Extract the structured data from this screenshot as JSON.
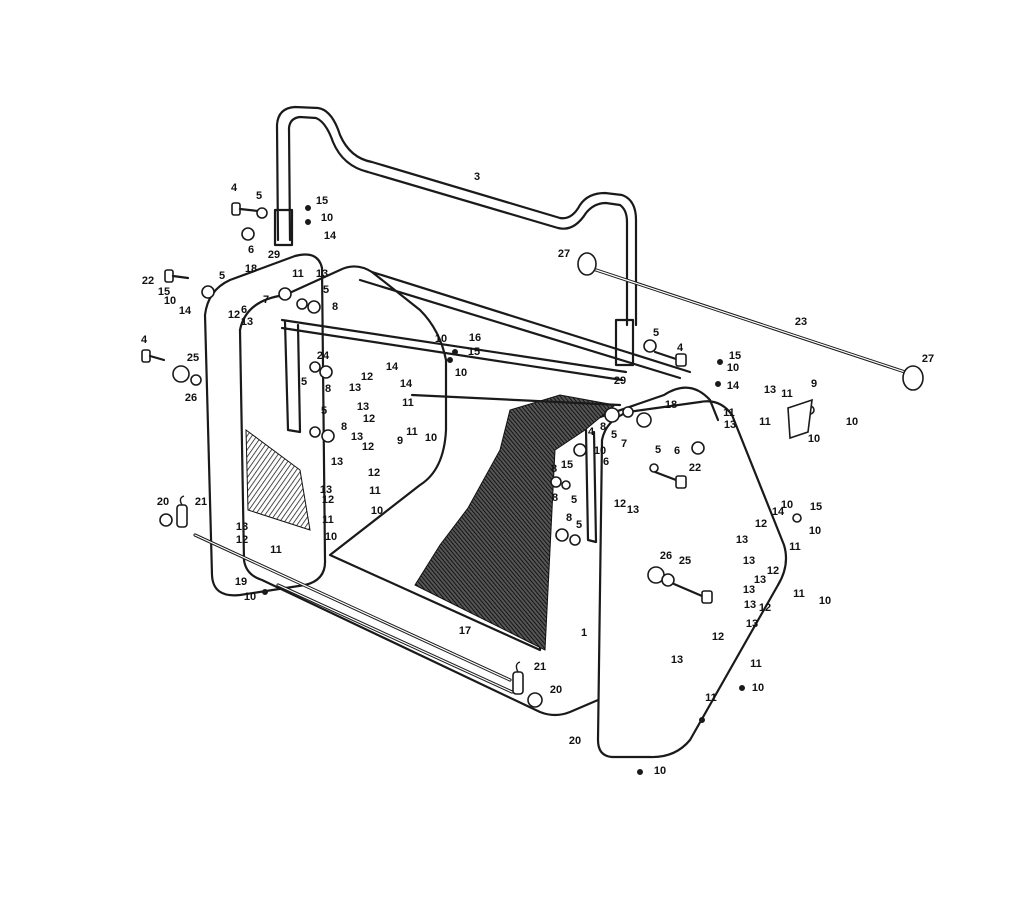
{
  "labels": {
    "l1": "1",
    "l3": "3",
    "l4a": "4",
    "l4b": "4",
    "l4c": "4",
    "l4d": "4",
    "l5a": "5",
    "l5b": "5",
    "l5c": "5",
    "l5d": "5",
    "l5e": "5",
    "l5f": "5",
    "l5g": "5",
    "l5h": "5",
    "l5i": "5",
    "l5j": "5",
    "l6a": "6",
    "l6b": "6",
    "l6c": "6",
    "l6d": "6",
    "l7a": "7",
    "l7b": "7",
    "l8a": "8",
    "l8b": "8",
    "l8c": "8",
    "l8d": "8",
    "l8e": "8",
    "l8f": "8",
    "l8g": "8",
    "l9a": "9",
    "l9b": "9",
    "l10a": "10",
    "l10b": "10",
    "l10c": "10",
    "l10d": "10",
    "l10e": "10",
    "l10f": "10",
    "l10g": "10",
    "l10h": "10",
    "l10i": "10",
    "l10j": "10",
    "l10k": "10",
    "l10l": "10",
    "l10m": "10",
    "l10n": "10",
    "l10o": "10",
    "l10p": "10",
    "l10q": "10",
    "l11a": "11",
    "l11b": "11",
    "l11c": "11",
    "l11d": "11",
    "l11e": "11",
    "l11f": "11",
    "l11g": "11",
    "l11h": "11",
    "l11i": "11",
    "l11j": "11",
    "l11k": "11",
    "l11l": "11",
    "l11m": "11",
    "l12a": "12",
    "l12b": "12",
    "l12c": "12",
    "l12d": "12",
    "l12e": "12",
    "l12f": "12",
    "l12g": "12",
    "l12h": "12",
    "l12i": "12",
    "l12j": "12",
    "l12k": "12",
    "l12l": "12",
    "l13a": "13",
    "l13b": "13",
    "l13c": "13",
    "l13d": "13",
    "l13e": "13",
    "l13f": "13",
    "l13g": "13",
    "l13h": "13",
    "l13i": "13",
    "l13j": "13",
    "l13k": "13",
    "l13l": "13",
    "l13m": "13",
    "l13n": "13",
    "l13o": "13",
    "l13p": "13",
    "l13q": "13",
    "l13r": "13",
    "l14a": "14",
    "l14b": "14",
    "l14c": "14",
    "l14d": "14",
    "l14e": "14",
    "l14f": "14",
    "l15a": "15",
    "l15b": "15",
    "l15c": "15",
    "l15d": "15",
    "l15e": "15",
    "l15f": "15",
    "l16": "16",
    "l17": "17",
    "l18a": "18",
    "l18b": "18",
    "l19": "19",
    "l20a": "20",
    "l20b": "20",
    "l20c": "20",
    "l21a": "21",
    "l21b": "21",
    "l22a": "22",
    "l22b": "22",
    "l23": "23",
    "l24": "24",
    "l25a": "25",
    "l25b": "25",
    "l26a": "26",
    "l26b": "26",
    "l27a": "27",
    "l27b": "27",
    "l29a": "29",
    "l29b": "29"
  }
}
